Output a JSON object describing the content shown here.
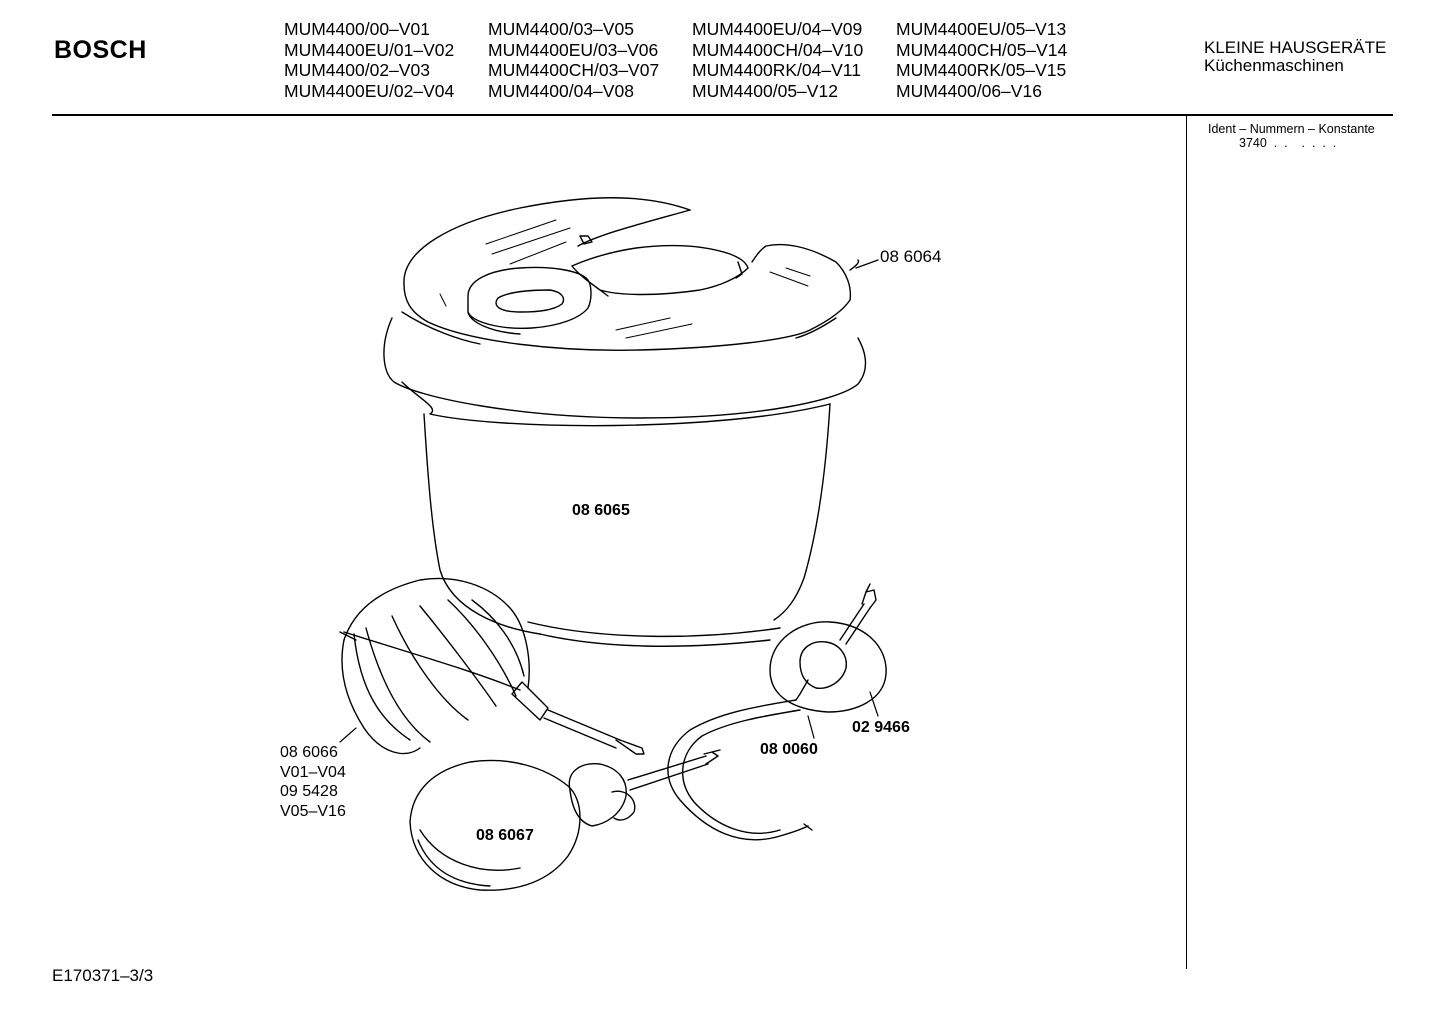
{
  "header": {
    "brand": "BOSCH",
    "models": [
      [
        "MUM4400/00–V01",
        "MUM4400EU/01–V02",
        "MUM4400/02–V03",
        "MUM4400EU/02–V04"
      ],
      [
        "MUM4400/03–V05",
        "MUM4400EU/03–V06",
        "MUM4400CH/03–V07",
        "MUM4400/04–V08"
      ],
      [
        "MUM4400EU/04–V09",
        "MUM4400CH/04–V10",
        "MUM4400RK/04–V11",
        "MUM4400/05–V12"
      ],
      [
        "MUM4400EU/05–V13",
        "MUM4400CH/05–V14",
        "MUM4400RK/05–V15",
        "MUM4400/06–V16"
      ]
    ],
    "category_line1": "KLEINE HAUSGERÄTE",
    "category_line2": "Küchenmaschinen"
  },
  "sidebar": {
    "ident_label": "Ident – Nummern – Konstante",
    "ident_value": "3740  .  .    .  .  .  ."
  },
  "parts": {
    "lid": "08 6064",
    "bowl": "08 6065",
    "whisk": "08 6066",
    "whisk_range": "V01–V04",
    "whisk_alt": "09 5428",
    "whisk_alt_range": "V05–V16",
    "beater": "08 6067",
    "drive": "08 0060",
    "cap": "02 9466"
  },
  "footer": {
    "doc_id": "E170371–3/3"
  }
}
